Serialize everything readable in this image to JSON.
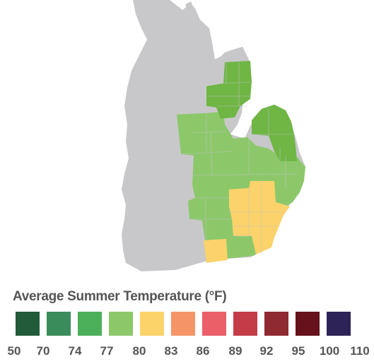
{
  "legend": {
    "title": "Average Summer Temperature (°F)",
    "bins": [
      {
        "color": "#225b3a"
      },
      {
        "color": "#3a8c5a"
      },
      {
        "color": "#4cb05b"
      },
      {
        "color": "#8cc86a"
      },
      {
        "color": "#fbd36a"
      },
      {
        "color": "#f59567"
      },
      {
        "color": "#eb5f69"
      },
      {
        "color": "#c43c48"
      },
      {
        "color": "#8f2a31"
      },
      {
        "color": "#65121d"
      },
      {
        "color": "#2d2357"
      }
    ],
    "tick_labels": [
      "50",
      "70",
      "74",
      "77",
      "80",
      "83",
      "86",
      "89",
      "92",
      "95",
      "100",
      "110"
    ]
  },
  "map": {
    "background_color": "#c8c8ca",
    "highlighted_bins": [
      "74",
      "77",
      "80"
    ]
  }
}
